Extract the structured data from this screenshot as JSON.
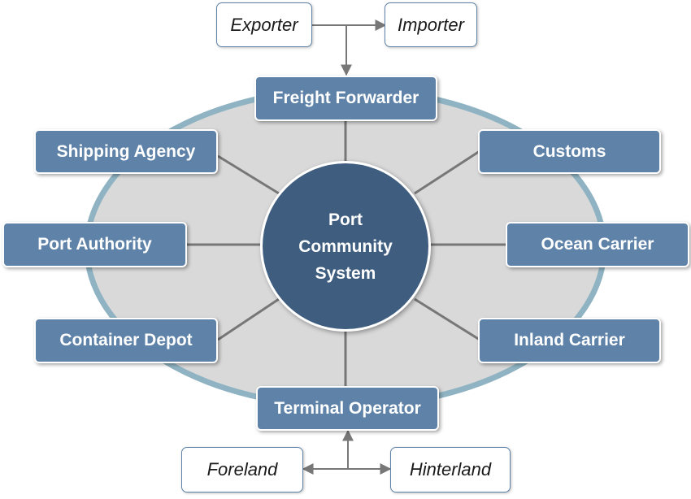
{
  "hub": {
    "label": "Port\nCommunity\nSystem"
  },
  "nodes": {
    "freight_forwarder": "Freight Forwarder",
    "shipping_agency": "Shipping Agency",
    "customs": "Customs",
    "port_authority": "Port Authority",
    "ocean_carrier": "Ocean Carrier",
    "container_depot": "Container Depot",
    "inland_carrier": "Inland Carrier",
    "terminal_operator": "Terminal Operator"
  },
  "external": {
    "exporter": "Exporter",
    "importer": "Importer",
    "foreland": "Foreland",
    "hinterland": "Hinterland"
  },
  "colors": {
    "node_fill": "#5f83a8",
    "hub_fill": "#3f5e7f",
    "ellipse_fill": "#d9d9d9",
    "ellipse_border": "#8fb3c2",
    "connector": "#777777"
  }
}
